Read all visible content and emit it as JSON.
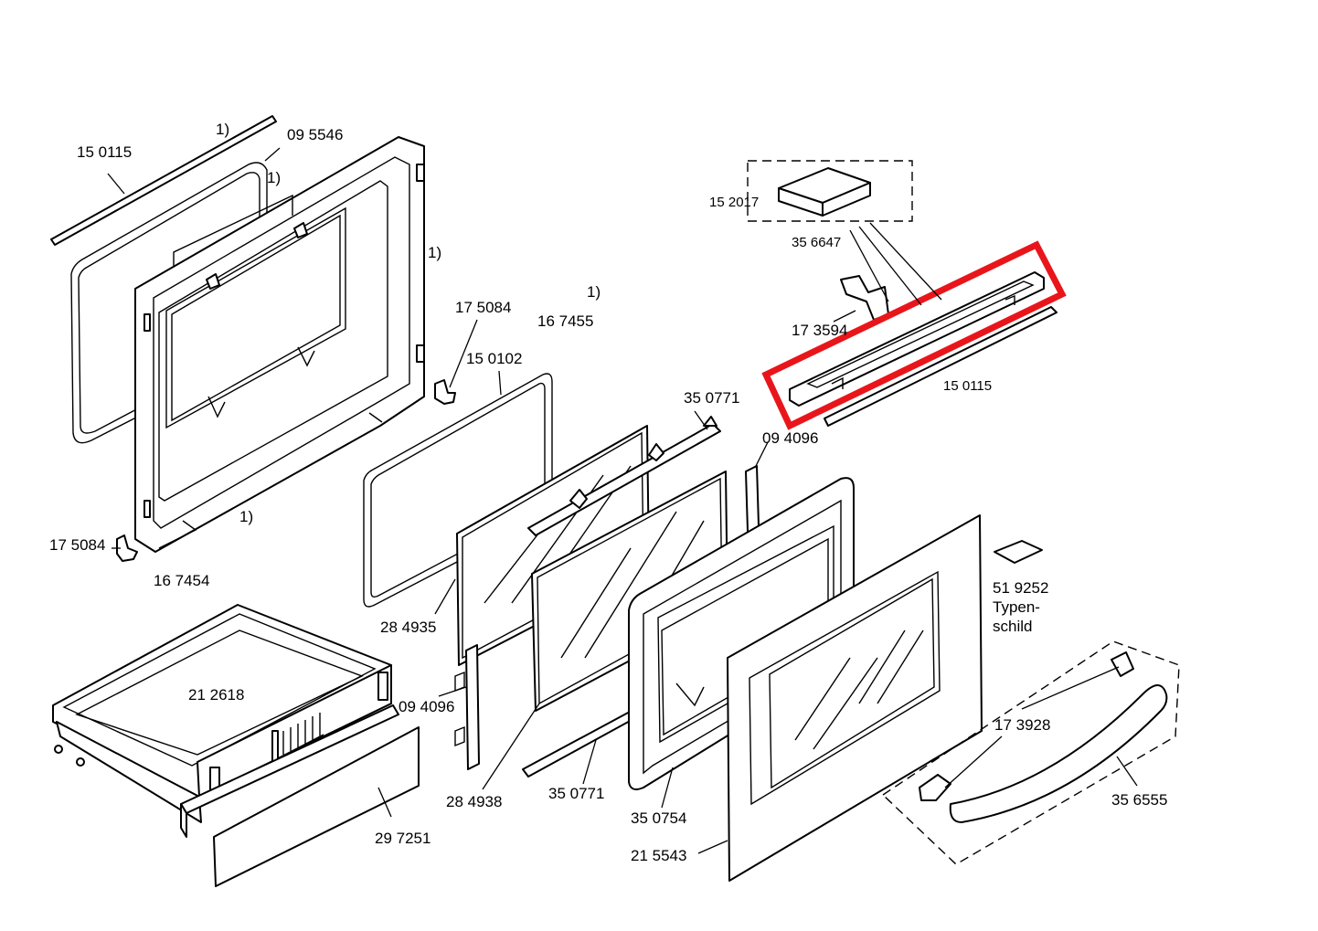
{
  "diagram": {
    "highlight_color": "#e8161b",
    "line_color": "#000000",
    "labels": {
      "l01": "1)",
      "l02": "15 0115",
      "l03": "09 5546",
      "l04": "1)",
      "l05": "1)",
      "l06": "17 5084",
      "l07": "15 0102",
      "l08": "1)",
      "l09": "16 7455",
      "l10": "17 5084",
      "l11": "1)",
      "l12": "16 7454",
      "l13": "15 2017",
      "l14": "35 6647",
      "l15": "17 3594",
      "l16": "15 0115",
      "l17": "35 0771",
      "l18": "09 4096",
      "l19": "28 4935",
      "l20": "51 9252",
      "l21": "Typen-",
      "l22": "schild",
      "l23": "21 2618",
      "l24": "09 4096",
      "l25": "17 3928",
      "l26": "28 4938",
      "l27": "35 0771",
      "l28": "35 6555",
      "l29": "29 7251",
      "l30": "35 0754",
      "l31": "21 5543"
    }
  }
}
